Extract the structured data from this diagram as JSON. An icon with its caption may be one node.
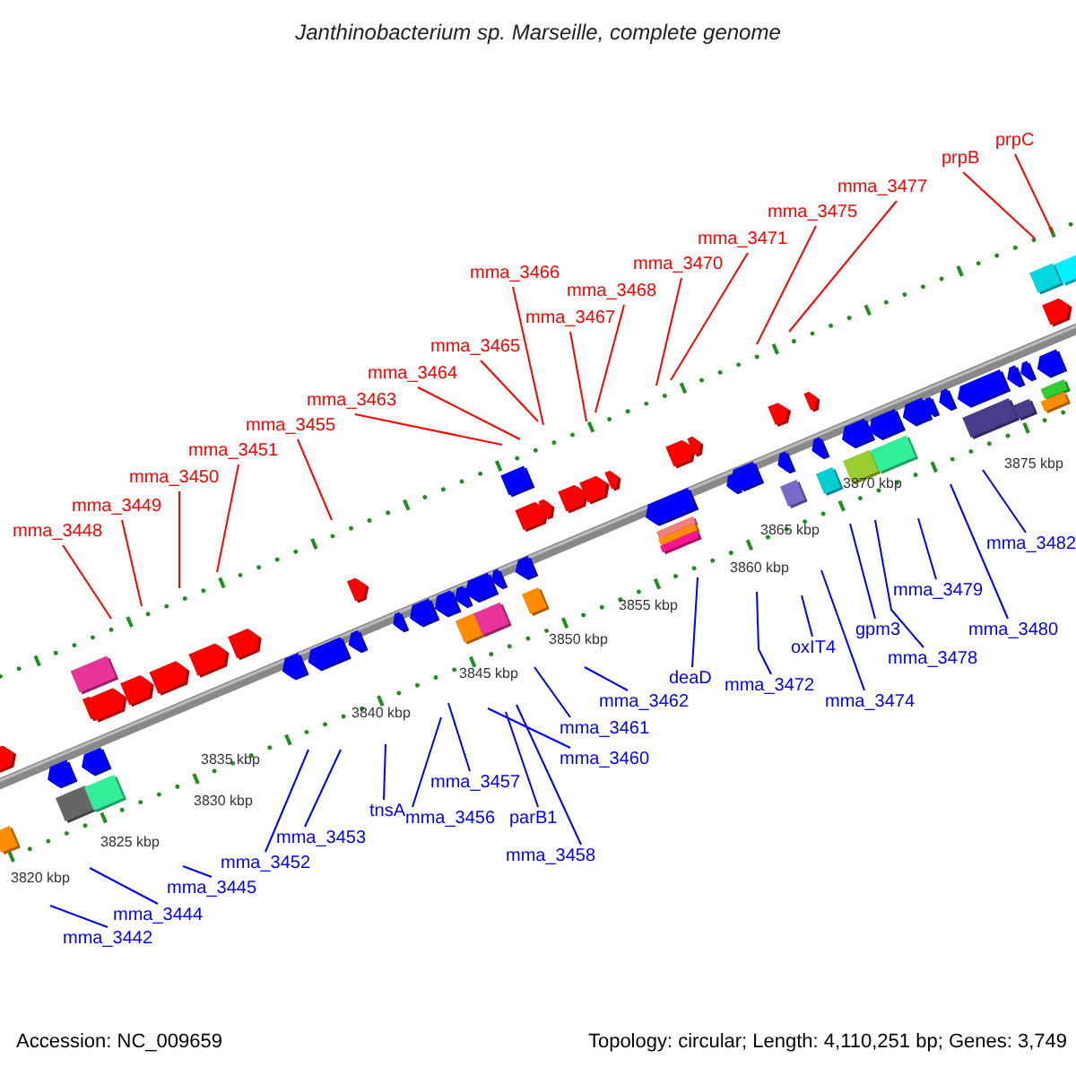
{
  "diagram": {
    "title": "Janthinobacterium sp. Marseille, complete genome",
    "nodes": [
      {
        "text": [
          "mma_3448"
        ]
      },
      {
        "text": [
          "mma_3449"
        ]
      },
      {
        "text": [
          "mma_3450"
        ]
      },
      {
        "text": [
          "mma_3451"
        ]
      },
      {
        "text": [
          "mma_3455"
        ]
      },
      {
        "text": [
          "mma_3463"
        ]
      },
      {
        "text": [
          "mma_3464"
        ]
      },
      {
        "text": [
          "mma_3465"
        ]
      },
      {
        "text": [
          "mma_3466"
        ]
      },
      {
        "text": [
          "mma_3467"
        ]
      },
      {
        "text": [
          "mma_3468"
        ]
      },
      {
        "text": [
          "mma_3470"
        ]
      },
      {
        "text": [
          "mma_3471"
        ]
      },
      {
        "text": [
          "mma_3475"
        ]
      },
      {
        "text": [
          "mma_3477"
        ]
      },
      {
        "text": [
          "prpB"
        ]
      },
      {
        "text": [
          "prpC"
        ]
      },
      {
        "text": [
          "mma_3442"
        ]
      },
      {
        "text": [
          "mma_3444"
        ]
      },
      {
        "text": [
          "mma_3445"
        ]
      },
      {
        "text": [
          "mma_3452"
        ]
      },
      {
        "text": [
          "mma_3453"
        ]
      },
      {
        "text": [
          "tnsA"
        ]
      },
      {
        "text": [
          "mma_3456"
        ]
      },
      {
        "text": [
          "mma_3457"
        ]
      },
      {
        "text": [
          "mma_3460"
        ]
      },
      {
        "text": [
          "parB1"
        ]
      },
      {
        "text": [
          "mma_3458"
        ]
      },
      {
        "text": [
          "mma_3461"
        ]
      },
      {
        "text": [
          "mma_3462"
        ]
      },
      {
        "text": [
          "deaD"
        ]
      },
      {
        "text": [
          "mma_3472"
        ]
      },
      {
        "text": [
          "oxIT4"
        ]
      },
      {
        "text": [
          "mma_3474"
        ]
      },
      {
        "text": [
          "gpm3"
        ]
      },
      {
        "text": [
          "mma_3478"
        ]
      },
      {
        "text": [
          "mma_3479"
        ]
      },
      {
        "text": [
          "mma_3480"
        ]
      },
      {
        "text": [
          "mma_3482"
        ]
      }
    ],
    "edges": [
      {
        "from": 0,
        "to": null,
        "arrow": "none",
        "color": "#ff0000"
      },
      {
        "from": 1,
        "to": null,
        "arrow": "none",
        "color": "#ff0000"
      },
      {
        "from": 2,
        "to": null,
        "arrow": "none",
        "color": "#ff0000"
      },
      {
        "from": 3,
        "to": null,
        "arrow": "none",
        "color": "#ff0000"
      },
      {
        "from": 4,
        "to": null,
        "arrow": "none",
        "color": "#ff0000"
      },
      {
        "from": 5,
        "to": null,
        "arrow": "none",
        "color": "#ff0000"
      },
      {
        "from": 6,
        "to": null,
        "arrow": "none",
        "color": "#ff0000"
      },
      {
        "from": 7,
        "to": null,
        "arrow": "none",
        "color": "#ff0000"
      },
      {
        "from": 8,
        "to": null,
        "arrow": "none",
        "color": "#ff0000"
      },
      {
        "from": 9,
        "to": null,
        "arrow": "none",
        "color": "#ff0000"
      },
      {
        "from": 10,
        "to": null,
        "arrow": "none",
        "color": "#ff0000"
      },
      {
        "from": 11,
        "to": null,
        "arrow": "none",
        "color": "#ff0000"
      },
      {
        "from": 12,
        "to": null,
        "arrow": "none",
        "color": "#ff0000"
      },
      {
        "from": 13,
        "to": null,
        "arrow": "none",
        "color": "#ff0000"
      },
      {
        "from": 14,
        "to": null,
        "arrow": "none",
        "color": "#ff0000"
      },
      {
        "from": 15,
        "to": null,
        "arrow": "none",
        "color": "#ff0000"
      },
      {
        "from": 16,
        "to": null,
        "arrow": "none",
        "color": "#ff0000"
      },
      {
        "from": 17,
        "to": null,
        "arrow": "none"
      },
      {
        "from": 18,
        "to": null,
        "arrow": "none"
      },
      {
        "from": 19,
        "to": null,
        "arrow": "none"
      },
      {
        "from": 20,
        "to": null,
        "arrow": "none"
      },
      {
        "from": 21,
        "to": null,
        "arrow": "none"
      },
      {
        "from": 22,
        "to": null,
        "arrow": "none"
      },
      {
        "from": 23,
        "to": null,
        "arrow": "none"
      },
      {
        "from": 24,
        "to": null,
        "arrow": "none"
      },
      {
        "from": 25,
        "to": null,
        "arrow": "none"
      },
      {
        "from": 26,
        "to": null,
        "arrow": "none"
      },
      {
        "from": 27,
        "to": null,
        "arrow": "none"
      },
      {
        "from": 28,
        "to": null,
        "arrow": "none"
      },
      {
        "from": 29,
        "to": null,
        "arrow": "none"
      },
      {
        "from": 30,
        "to": null,
        "arrow": "none"
      },
      {
        "from": 31,
        "to": null,
        "arrow": "none"
      },
      {
        "from": 32,
        "to": null,
        "arrow": "none"
      },
      {
        "from": 33,
        "to": null,
        "arrow": "none"
      },
      {
        "from": 34,
        "to": null,
        "arrow": "none"
      },
      {
        "from": 35,
        "to": null,
        "arrow": "none"
      },
      {
        "from": 36,
        "to": null,
        "arrow": "none"
      },
      {
        "from": 37,
        "to": null,
        "arrow": "none"
      },
      {
        "from": 38,
        "to": null,
        "arrow": "none"
      }
    ],
    "labels": [
      "3820 kbp",
      "3825 kbp",
      "3830 kbp",
      "3835 kbp",
      "3840 kbp",
      "3845 kbp",
      "3850 kbp",
      "3855 kbp",
      "3860 kbp",
      "3865 kbp",
      "3870 kbp",
      "3875 kbp",
      "Accession: NC_009659",
      "Topology: circular; Length: 4,110,251 bp; Genes: 3,749"
    ]
  }
}
